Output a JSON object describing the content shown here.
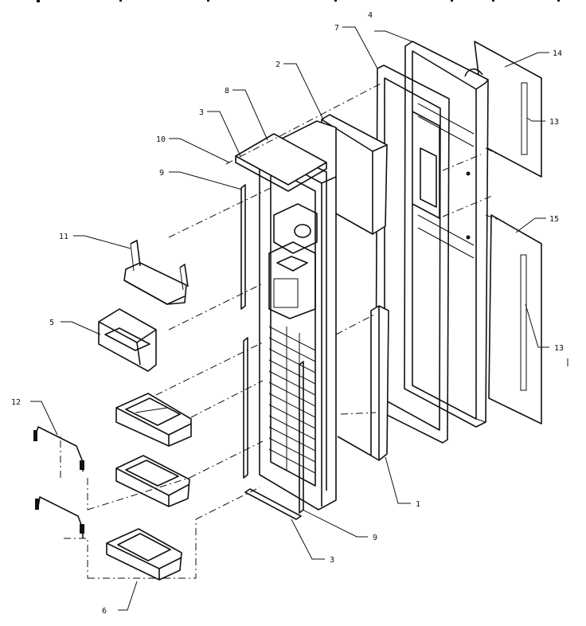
{
  "diagram": {
    "callouts": [
      {
        "id": "c1",
        "text": "1"
      },
      {
        "id": "c2",
        "text": "2"
      },
      {
        "id": "c3a",
        "text": "3"
      },
      {
        "id": "c3b",
        "text": "3"
      },
      {
        "id": "c4",
        "text": "4"
      },
      {
        "id": "c5",
        "text": "5"
      },
      {
        "id": "c6",
        "text": "6"
      },
      {
        "id": "c7",
        "text": "7"
      },
      {
        "id": "c8",
        "text": "8"
      },
      {
        "id": "c9a",
        "text": "9"
      },
      {
        "id": "c9b",
        "text": "9"
      },
      {
        "id": "c10",
        "text": "10"
      },
      {
        "id": "c11",
        "text": "11"
      },
      {
        "id": "c12",
        "text": "12"
      },
      {
        "id": "c13a",
        "text": "13"
      },
      {
        "id": "c13b",
        "text": "13"
      },
      {
        "id": "c14",
        "text": "14"
      },
      {
        "id": "c15",
        "text": "15"
      }
    ]
  }
}
